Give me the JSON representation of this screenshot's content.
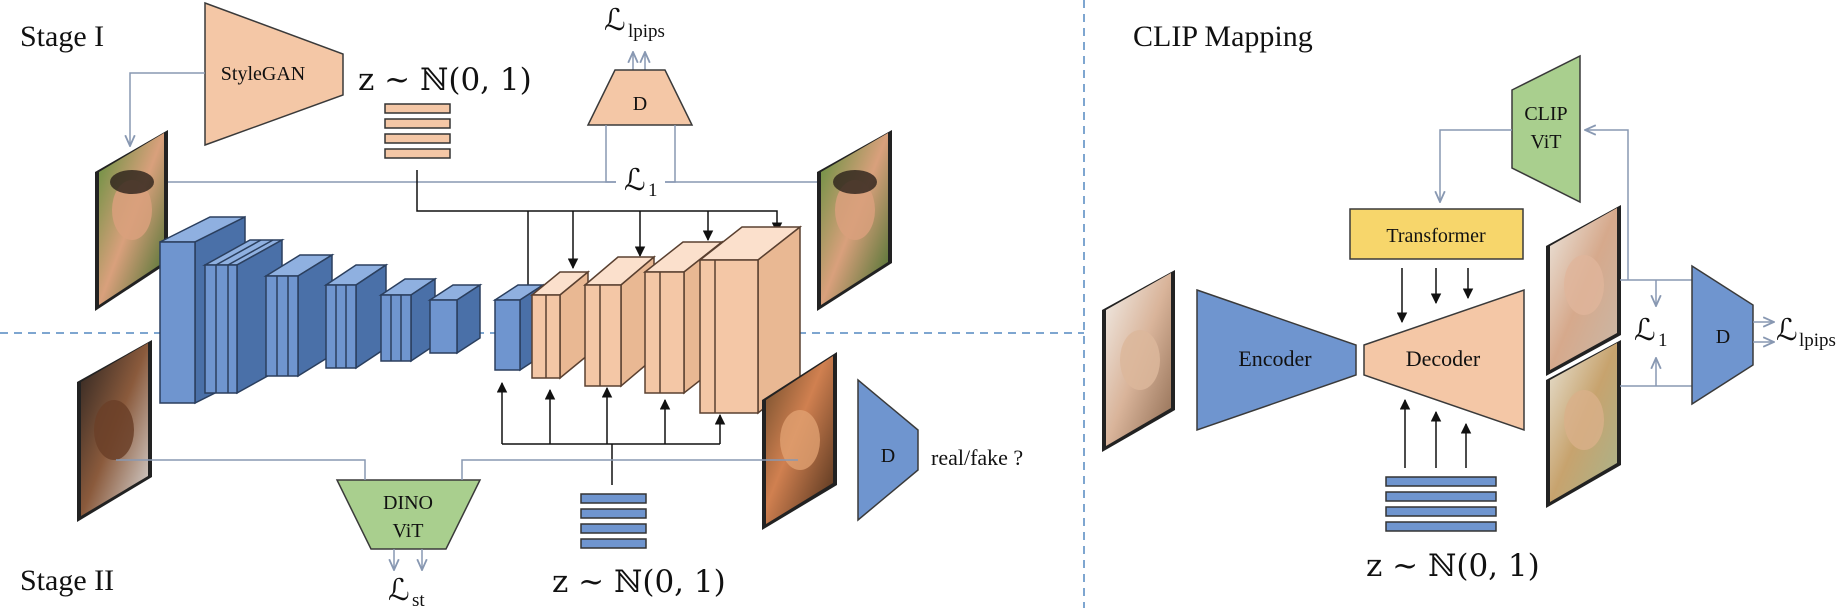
{
  "stage1": {
    "title": "Stage I",
    "stylegan": "StyleGAN",
    "latent": "z ~ ℕ(0, 1)",
    "disc": "D",
    "loss_lpips": {
      "sym": "ℒ",
      "sub": "lpips"
    },
    "loss_l1": {
      "sym": "ℒ",
      "sub": "1"
    }
  },
  "stage2": {
    "title": "Stage II",
    "dino": {
      "line1": "DINO",
      "line2": "ViT"
    },
    "disc": "D",
    "real_fake": "real/fake ?",
    "latent": "z ~ ℕ(0, 1)",
    "loss_st": {
      "sym": "ℒ",
      "sub": "st"
    }
  },
  "clip_mapping": {
    "title": "CLIP Mapping",
    "clip": {
      "line1": "CLIP",
      "line2": "ViT"
    },
    "transformer": "Transformer",
    "encoder": "Encoder",
    "decoder": "Decoder",
    "disc": "D",
    "loss_l1": {
      "sym": "ℒ",
      "sub": "1"
    },
    "loss_lpips": {
      "sym": "ℒ",
      "sub": "lpips"
    },
    "latent": "z ~ ℕ(0, 1)"
  },
  "colors": {
    "blue": "#6f95cf",
    "blue_dark": "#4a70a8",
    "peach": "#f4c7a6",
    "peach_dark": "#d8a581",
    "green": "#a9cf8e",
    "yellow": "#f7d66b",
    "connector": "#8898b2",
    "divider": "#7ea6d0"
  }
}
